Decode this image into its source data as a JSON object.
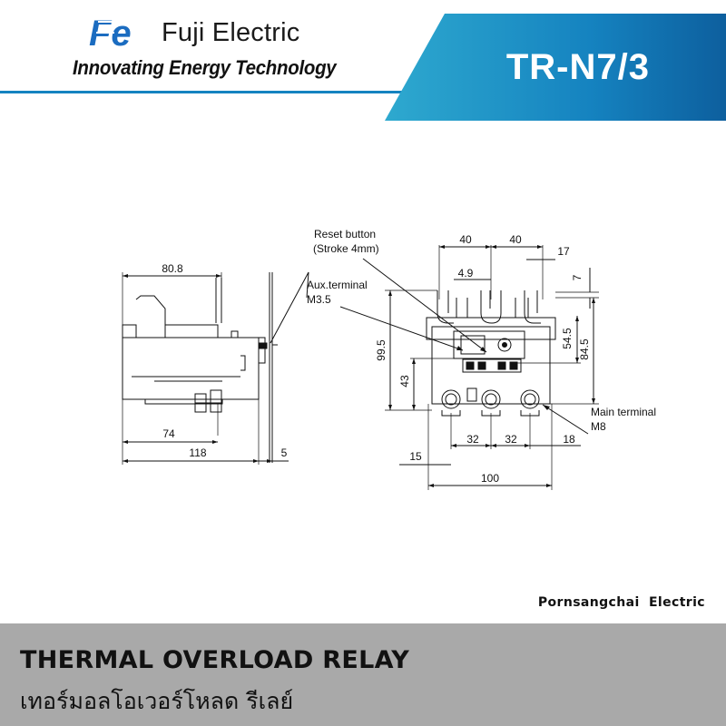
{
  "header": {
    "brand_name": "Fuji Electric",
    "tagline": "Innovating Energy Technology",
    "model": "TR-N7/3",
    "colors": {
      "brand_blue": "#1b6cc0",
      "banner_light": "#2ea9cf",
      "banner_dark": "#0d5f9e"
    }
  },
  "drawing": {
    "side_view": {
      "dims": [
        "80.8",
        "74",
        "118",
        "5"
      ]
    },
    "front_view": {
      "dims": [
        "40",
        "40",
        "17",
        "4.9",
        "7",
        "54.5",
        "84.5",
        "99.5",
        "43",
        "32",
        "32",
        "18",
        "15",
        "100"
      ],
      "labels": {
        "reset_line1": "Reset button",
        "reset_line2": "(Stroke 4mm)",
        "aux_line1": "Aux.terminal",
        "aux_line2": "M3.5",
        "main_line1": "Main terminal",
        "main_line2": "M8"
      }
    }
  },
  "credit": "Pornsangchai  Electric",
  "footer": {
    "title": "THERMAL OVERLOAD RELAY",
    "subtitle": "เทอร์มอลโอเวอร์โหลด รีเลย์",
    "background": "#a9a9a9"
  }
}
